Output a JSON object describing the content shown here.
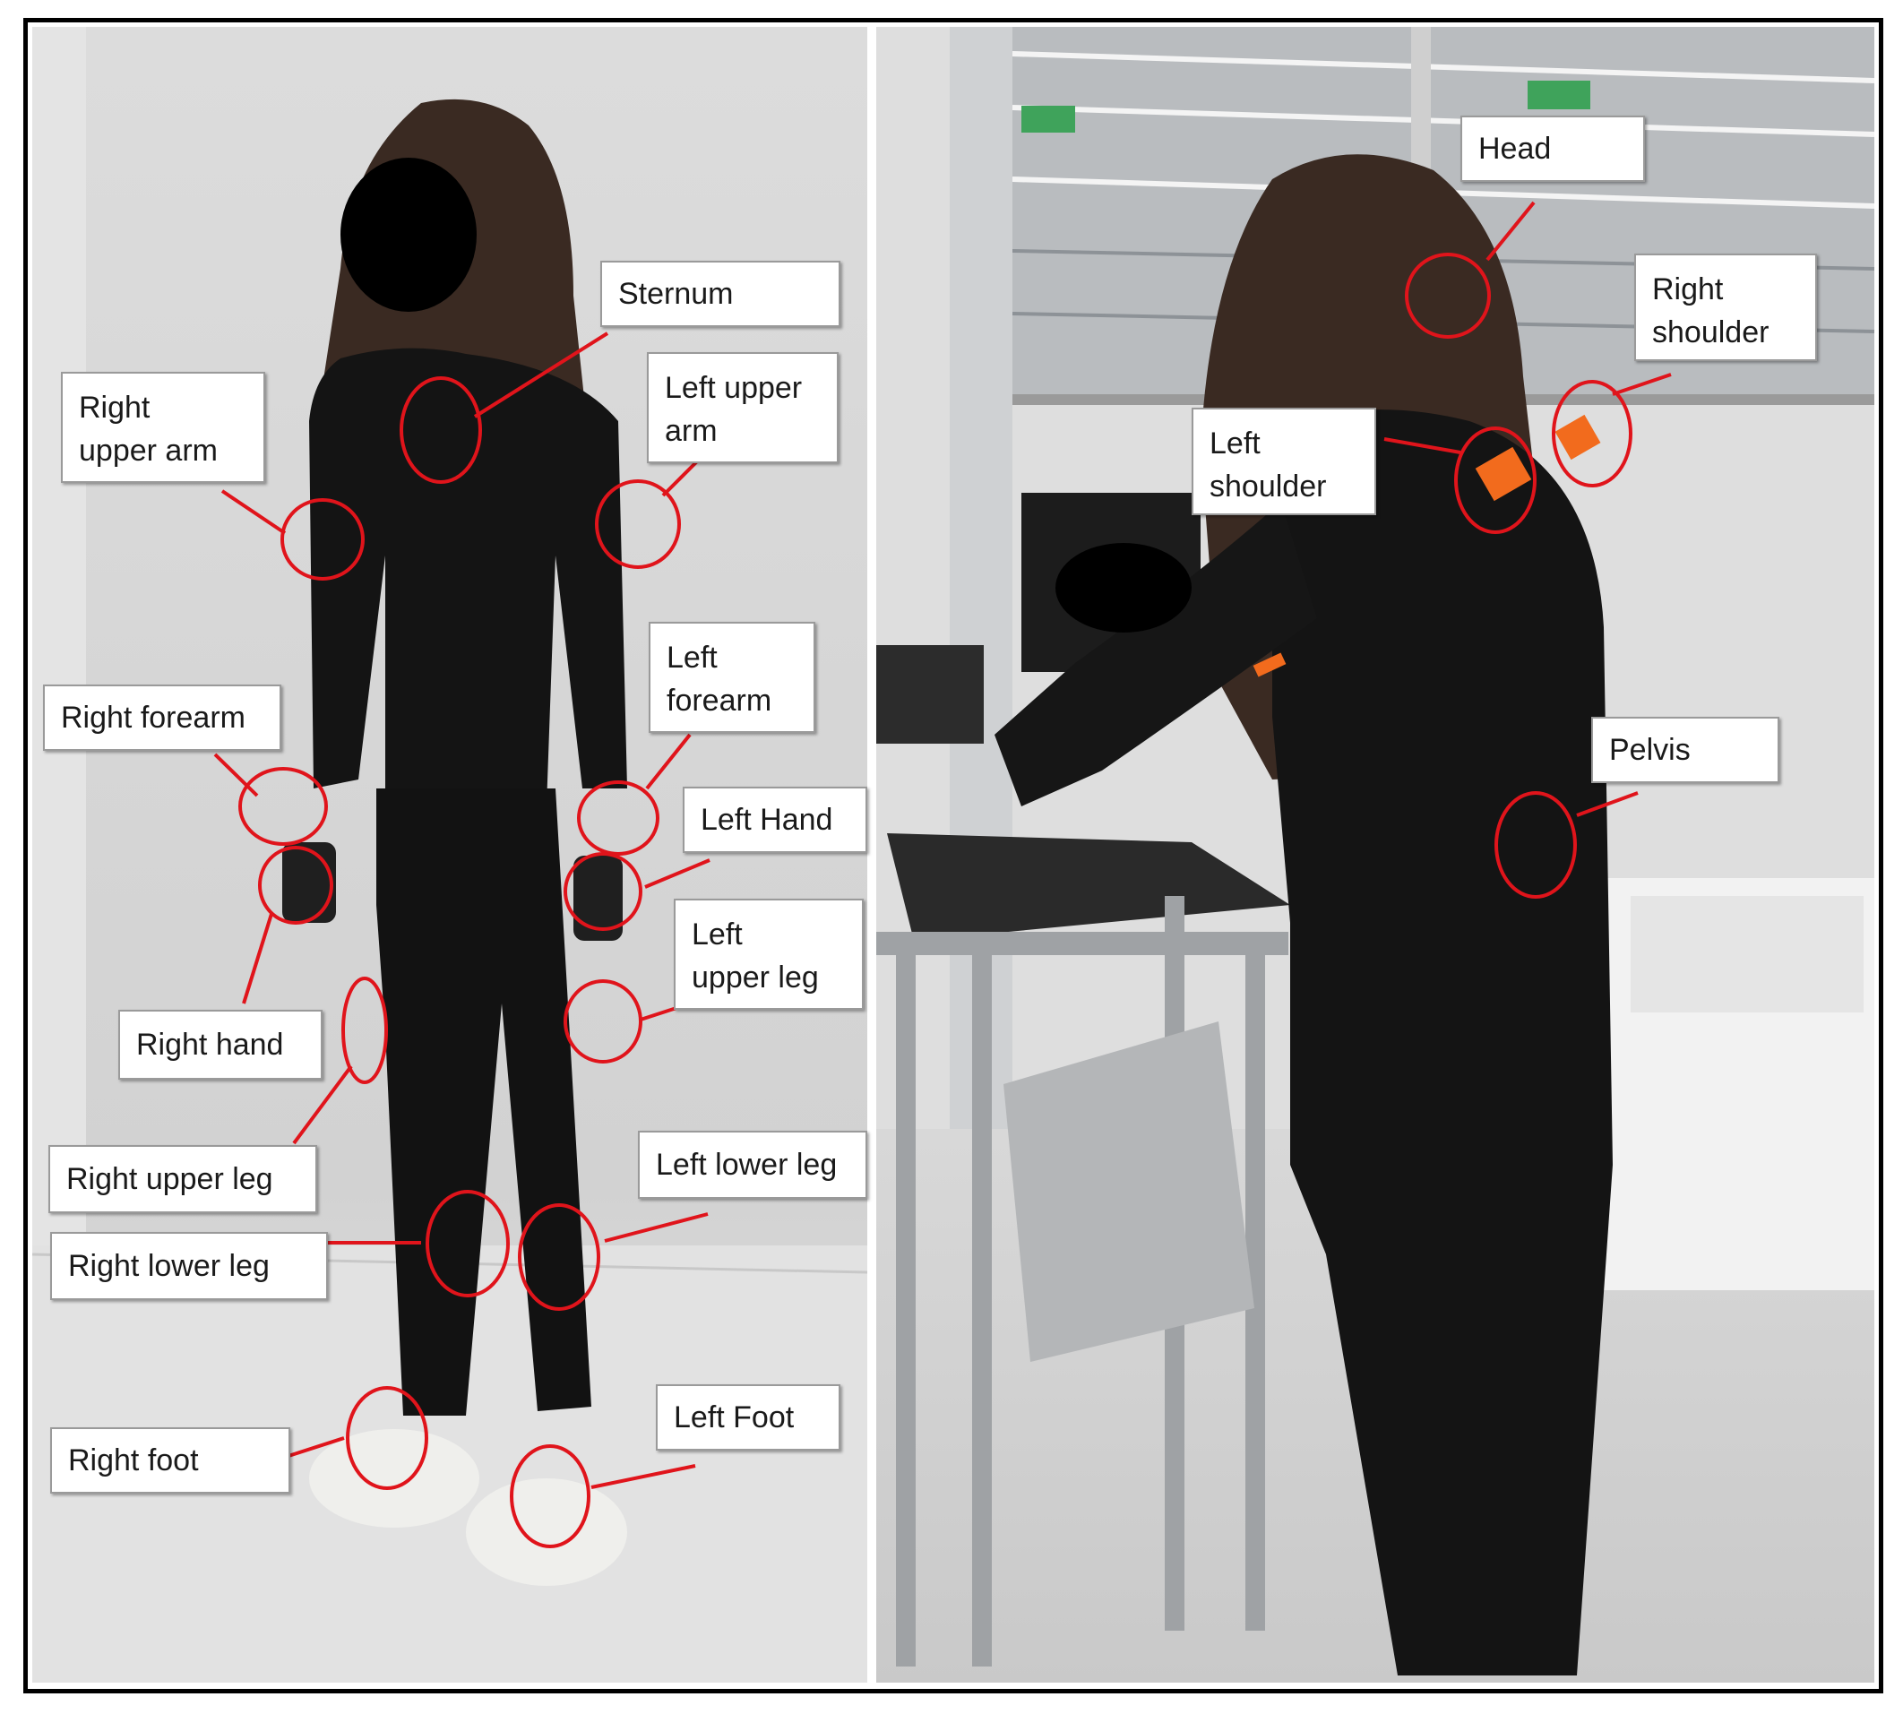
{
  "colors": {
    "annotation": "#e0141b",
    "suit": "#141414",
    "sensor": "#f26b1d",
    "wall": "#d9d9d9",
    "floor": "#cfcfcf",
    "redaction": "#000000"
  },
  "left_panel": {
    "labels": {
      "sternum": "Sternum",
      "left_upper_arm": "Left upper\narm",
      "right_upper_arm": "Right\nupper arm",
      "left_forearm": "Left\nforearm",
      "right_forearm": "Right forearm",
      "left_hand": "Left Hand",
      "left_upper_leg": "Left\nupper leg",
      "right_hand": "Right hand",
      "right_upper_leg": "Right upper leg",
      "left_lower_leg": "Left lower leg",
      "right_lower_leg": "Right lower leg",
      "left_foot": "Left Foot",
      "right_foot": "Right foot"
    }
  },
  "right_panel": {
    "labels": {
      "head": "Head",
      "right_shoulder": "Right\nshoulder",
      "left_shoulder": "Left\nshoulder",
      "pelvis": "Pelvis"
    }
  }
}
